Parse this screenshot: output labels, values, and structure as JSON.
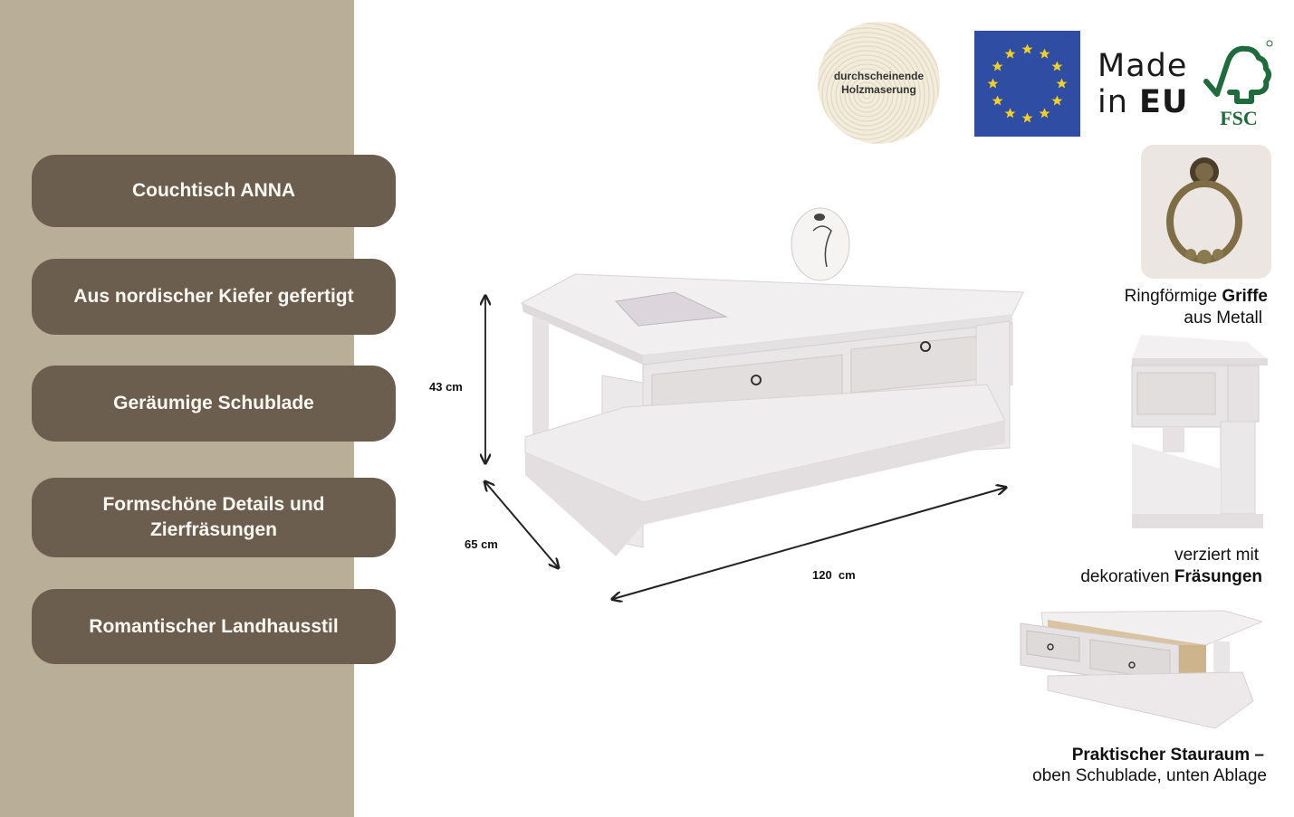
{
  "sidebar": {
    "background": "#b9ae98",
    "pill_color": "#6b5e4e",
    "features": [
      {
        "label": "Couchtisch ANNA"
      },
      {
        "label": "Aus nordischer Kiefer gefertigt"
      },
      {
        "label": "Geräumige Schublade"
      },
      {
        "label": "Formschöne Details und Zierfräsungen"
      },
      {
        "label": "Romantischer Landhausstil"
      }
    ]
  },
  "badges": {
    "wood_grain": {
      "line1": "durchscheinende",
      "line2": "Holzmaserung"
    },
    "eu_flag": {
      "icon": "eu-flag-icon",
      "color": "#2f4ea3",
      "star_color": "#f2cf22"
    },
    "made_in": {
      "line1": "Made",
      "line2_prefix": "in ",
      "line2_bold": "EU"
    },
    "fsc": {
      "icon": "fsc-logo-icon",
      "label": "FSC",
      "color": "#1e6b3c"
    }
  },
  "dimensions": {
    "height": "43 cm",
    "depth": "65 cm",
    "width": "120  cm"
  },
  "details": {
    "handle": {
      "prefix": "Ringförmige ",
      "bold": "Griffe",
      "line2": "aus Metall"
    },
    "milling": {
      "line1": "verziert mit",
      "line2_prefix": "dekorativen ",
      "line2_bold": "Fräsungen"
    },
    "storage": {
      "bold": "Praktischer Stauraum –",
      "line2": "oben Schublade, unten Ablage"
    }
  }
}
